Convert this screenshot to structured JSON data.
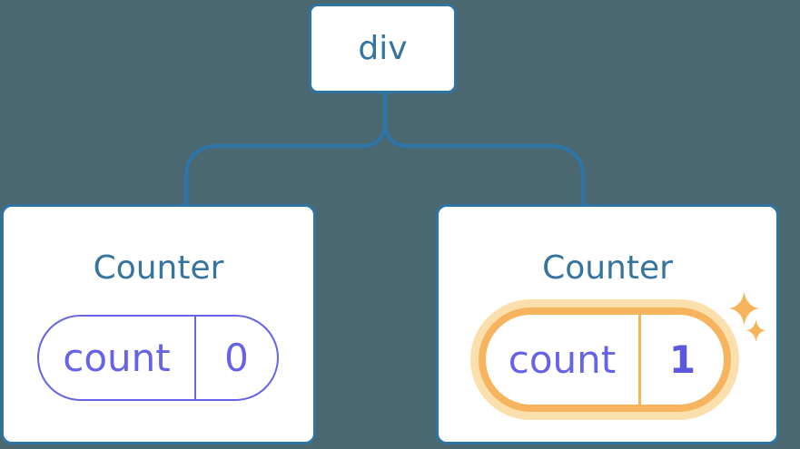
{
  "colors": {
    "background": "#4B6770",
    "line": "#2E74A4",
    "node_bg": "#FFFFFF",
    "label": "#35749E",
    "state_purple": "#6663E8",
    "state_value_purple": "#5B57DF",
    "highlight_orange": "#F6B45F",
    "highlight_glow": "#FBDFAC",
    "sparkle": "#F5B35C"
  },
  "diagram": {
    "root": {
      "label": "div"
    },
    "children": [
      {
        "title": "Counter",
        "state": {
          "key": "count",
          "value": "0"
        },
        "highlighted": false
      },
      {
        "title": "Counter",
        "state": {
          "key": "count",
          "value": "1"
        },
        "highlighted": true
      }
    ]
  }
}
